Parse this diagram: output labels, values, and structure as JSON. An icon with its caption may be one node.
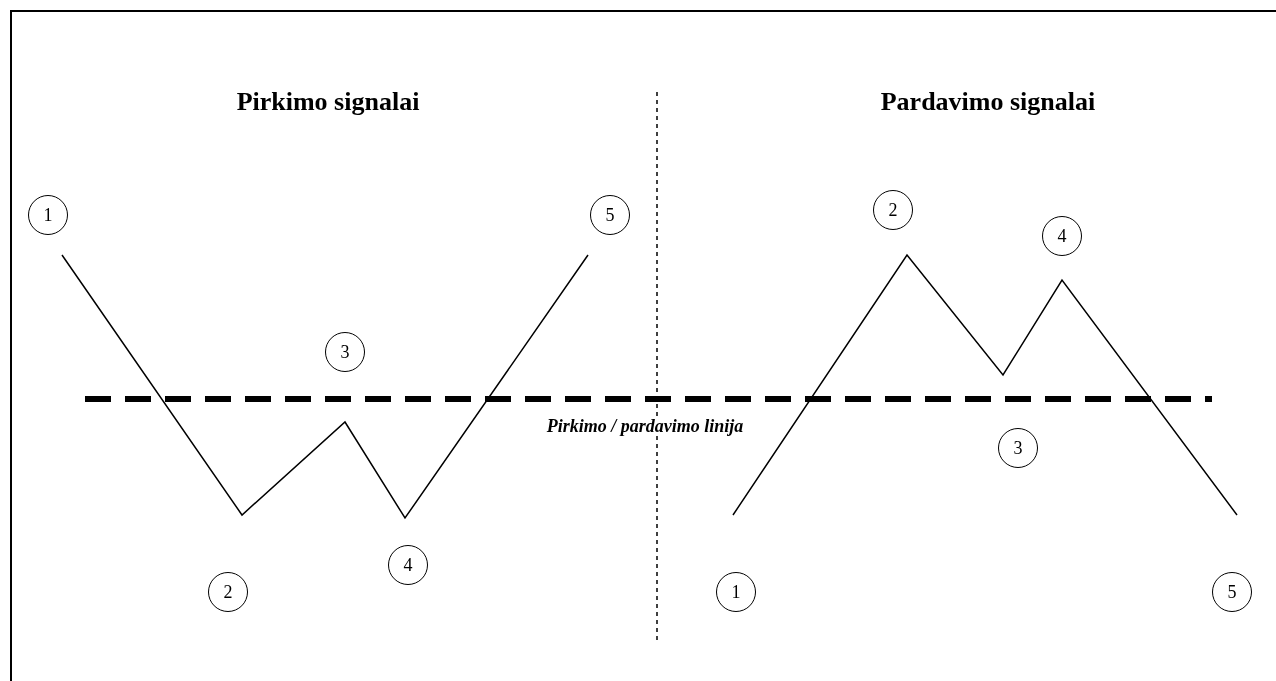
{
  "diagram": {
    "nodes": [
      {
        "text": [
          "1"
        ]
      },
      {
        "text": [
          "2"
        ]
      },
      {
        "text": [
          "3"
        ]
      },
      {
        "text": [
          "4"
        ]
      },
      {
        "text": [
          "5"
        ]
      },
      {
        "text": [
          "1"
        ]
      },
      {
        "text": [
          "2"
        ]
      },
      {
        "text": [
          "3"
        ]
      },
      {
        "text": [
          "4"
        ]
      },
      {
        "text": [
          "5"
        ]
      }
    ],
    "labels": [
      "Pirkimo signalai",
      "Pardavimo signalai",
      "Pirkimo / pardavimo linija"
    ]
  }
}
